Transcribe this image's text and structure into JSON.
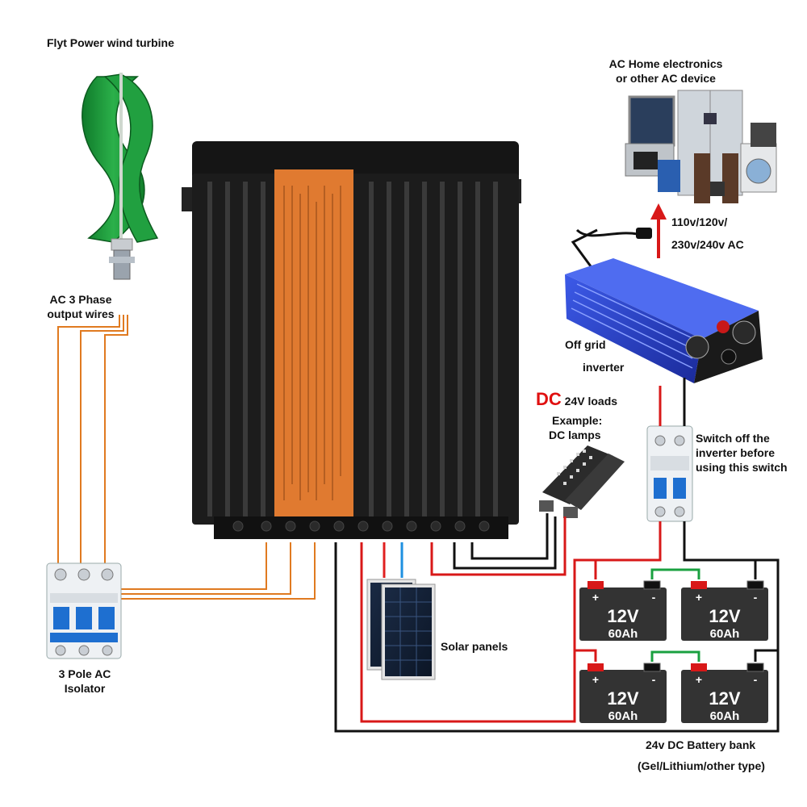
{
  "labels": {
    "wind_turbine": "Flyt Power wind turbine",
    "ac_wires_line1": "AC 3 Phase",
    "ac_wires_line2": "output wires",
    "isolator_line1": "3 Pole AC",
    "isolator_line2": "Isolator",
    "ac_home_line1": "AC Home electronics",
    "ac_home_line2": "or other AC device",
    "ac_voltage_line1": "110v/120v/",
    "ac_voltage_line2": "230v/240v AC",
    "inverter_line1": "Off grid",
    "inverter_line2": "inverter",
    "dc_prefix": "DC",
    "dc_loads": "24V loads",
    "dc_example": "Example:",
    "dc_lamps": "DC lamps",
    "switch_line1": "Switch off the",
    "switch_line2": "inverter before",
    "switch_line3": "using this switch",
    "solar_panels": "Solar panels",
    "battery_bank_line1": "24v DC Battery bank",
    "battery_bank_line2": "(Gel/Lithium/other type)"
  },
  "batteries": [
    {
      "voltage": "12V",
      "capacity": "60Ah",
      "plus": "+",
      "minus": "-"
    },
    {
      "voltage": "12V",
      "capacity": "60Ah",
      "plus": "+",
      "minus": "-"
    },
    {
      "voltage": "12V",
      "capacity": "60Ah",
      "plus": "+",
      "minus": "-"
    },
    {
      "voltage": "12V",
      "capacity": "60Ah",
      "plus": "+",
      "minus": "-"
    }
  ],
  "colors": {
    "positive_wire": "#d81818",
    "negative_wire": "#111111",
    "ac_wire": "#e07a20",
    "link_wire": "#1aa040",
    "solar_positive": "#e02020",
    "solar_negative": "#1e90e0",
    "turbine_green": "#1f9a3a",
    "controller_body": "#1c1c1c",
    "controller_label": "#e07a30",
    "inverter_blue": "#2540c8",
    "battery_body": "#333333"
  }
}
